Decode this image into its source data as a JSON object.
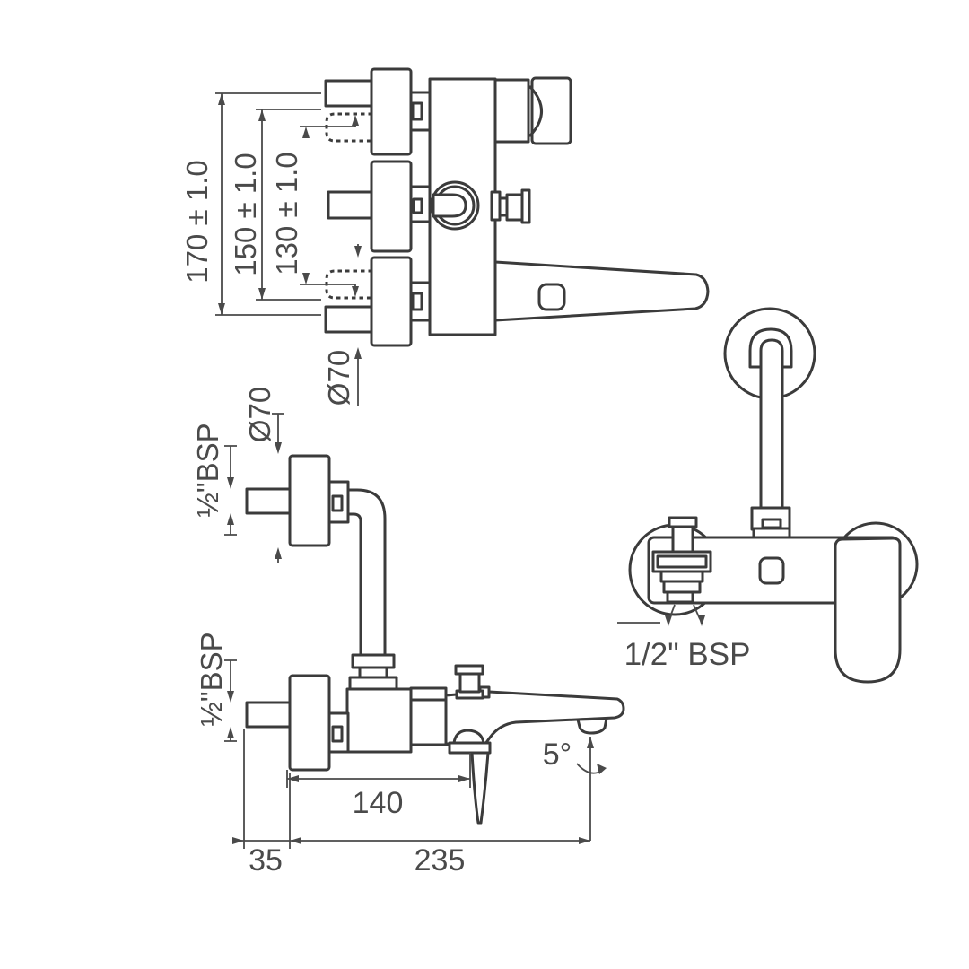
{
  "colors": {
    "line": "#3b3b3b",
    "dim": "#4a4a4a",
    "background": "#ffffff"
  },
  "top_view": {
    "dim_overall": "170 ± 1.0",
    "dim_mid": "150 ± 1.0",
    "dim_inner": "130 ± 1.0",
    "flange_diameter": "Ø70"
  },
  "side_view": {
    "flange_diameter": "Ø70",
    "thread_top": "½\"BSP",
    "thread_bottom": "½\"BSP",
    "dim_body_to_lever": "140",
    "dim_wall_offset": "35",
    "dim_total_reach": "235",
    "spout_angle": "5°"
  },
  "front_view": {
    "thread_label": "1/2\" BSP"
  }
}
